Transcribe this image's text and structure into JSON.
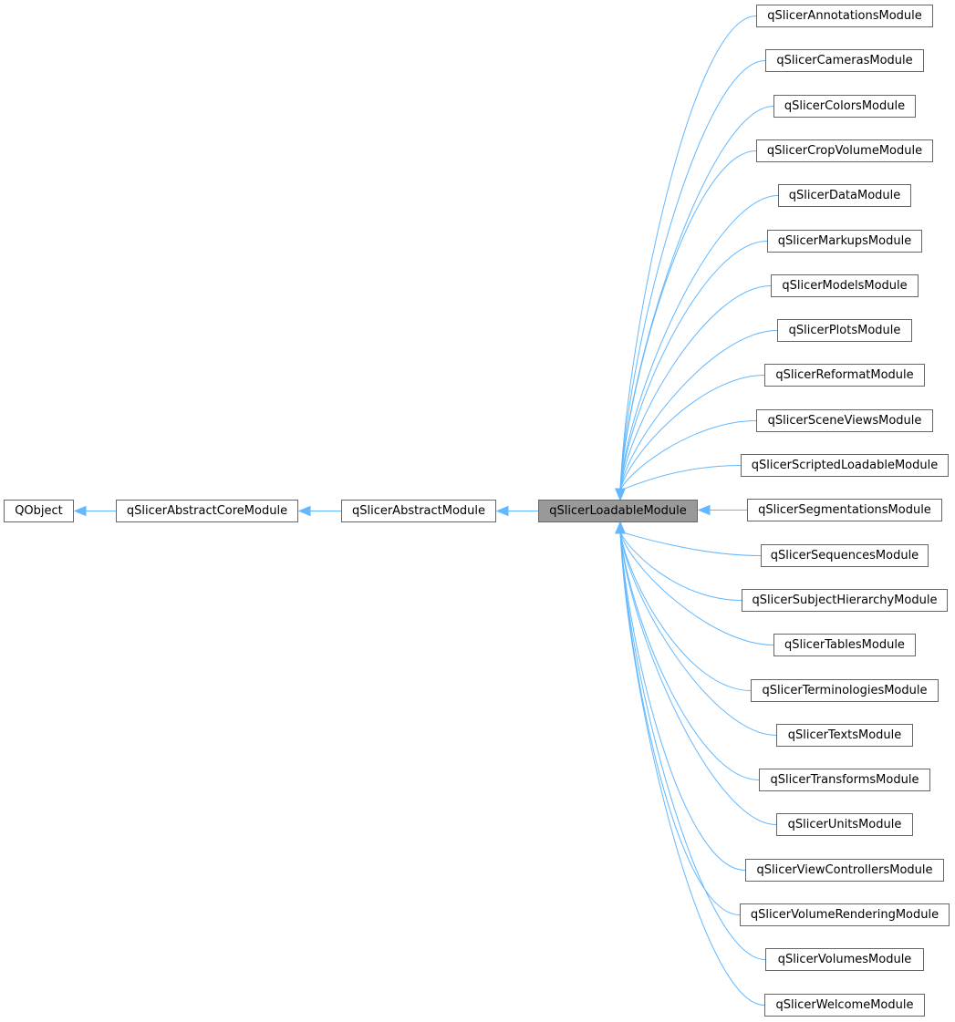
{
  "ancestors": [
    "QObject",
    "qSlicerAbstractCoreModule",
    "qSlicerAbstractModule"
  ],
  "current": "qSlicerLoadableModule",
  "children": [
    "qSlicerAnnotationsModule",
    "qSlicerCamerasModule",
    "qSlicerColorsModule",
    "qSlicerCropVolumeModule",
    "qSlicerDataModule",
    "qSlicerMarkupsModule",
    "qSlicerModelsModule",
    "qSlicerPlotsModule",
    "qSlicerReformatModule",
    "qSlicerSceneViewsModule",
    "qSlicerScriptedLoadableModule",
    "qSlicerSegmentationsModule",
    "qSlicerSequencesModule",
    "qSlicerSubjectHierarchyModule",
    "qSlicerTablesModule",
    "qSlicerTerminologiesModule",
    "qSlicerTextsModule",
    "qSlicerTransformsModule",
    "qSlicerUnitsModule",
    "qSlicerViewControllersModule",
    "qSlicerVolumeRenderingModule",
    "qSlicerVolumesModule",
    "qSlicerWelcomeModule"
  ],
  "colors": {
    "edge": "#63b8ff",
    "node_border": "#666666",
    "current_fill": "#999999"
  }
}
